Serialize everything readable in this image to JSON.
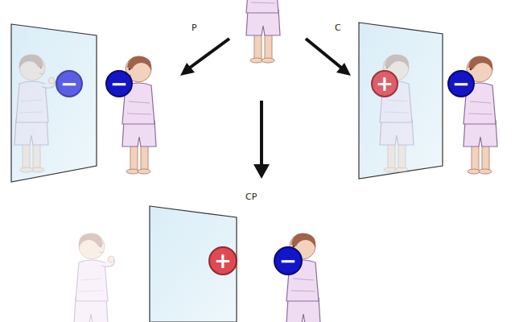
{
  "diagram": {
    "nodes": [
      {
        "text": [
          "−"
        ]
      },
      {
        "text": [
          "−"
        ]
      },
      {
        "text": [
          "+"
        ]
      },
      {
        "text": [
          "−"
        ]
      },
      {
        "text": [
          "+"
        ]
      },
      {
        "text": [
          "−"
        ]
      }
    ],
    "labels": [
      "P",
      "C",
      "CP"
    ]
  }
}
